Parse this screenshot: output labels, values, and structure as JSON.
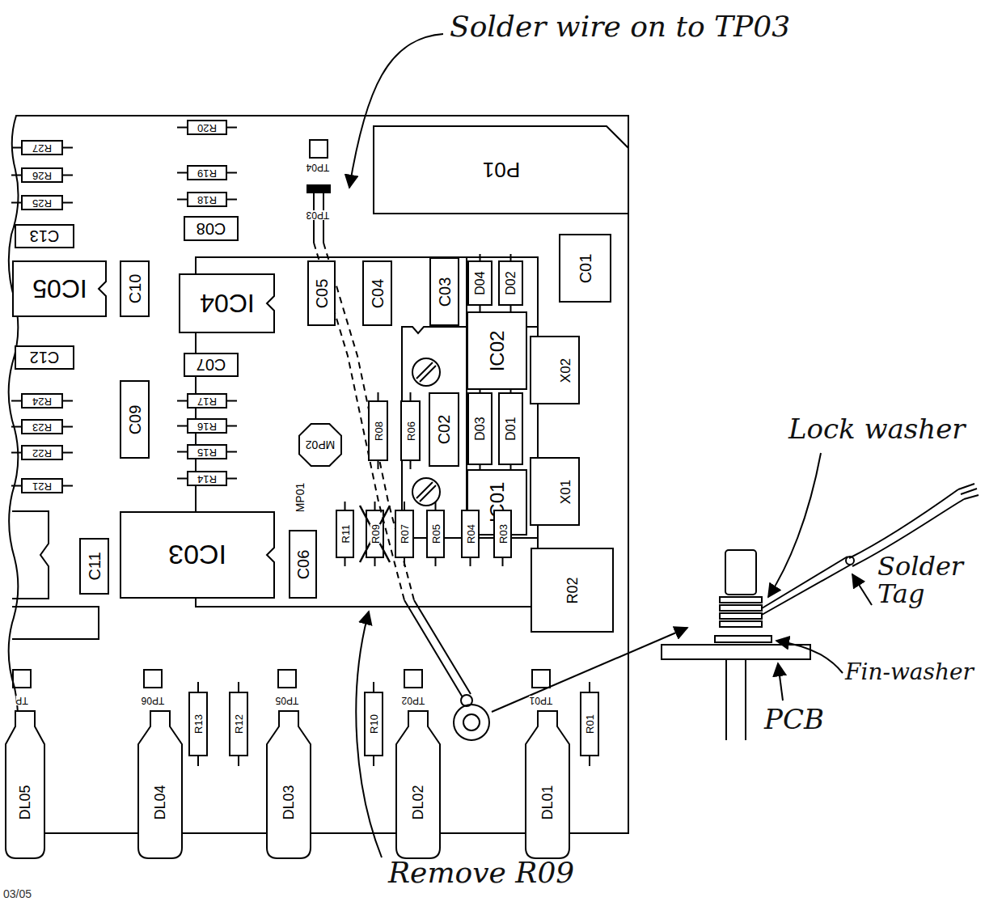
{
  "diagram": {
    "nodes": [
      {
        "text": [
          "R27"
        ]
      },
      {
        "text": [
          "R20"
        ]
      },
      {
        "text": [
          "P01"
        ]
      },
      {
        "text": [
          "R26"
        ]
      },
      {
        "text": [
          "R19"
        ]
      },
      {
        "text": [
          "R25"
        ]
      },
      {
        "text": [
          "R18"
        ]
      },
      {
        "text": [
          "C08"
        ]
      },
      {
        "text": [
          "C13"
        ]
      },
      {
        "text": [
          "C01"
        ]
      },
      {
        "text": [
          "IC05"
        ]
      },
      {
        "text": [
          "C10"
        ]
      },
      {
        "text": [
          "IC04"
        ]
      },
      {
        "text": [
          "C05"
        ]
      },
      {
        "text": [
          "C04"
        ]
      },
      {
        "text": [
          "C03"
        ]
      },
      {
        "text": [
          "D04"
        ]
      },
      {
        "text": [
          "D02"
        ]
      },
      {
        "text": [
          "IC02"
        ]
      },
      {
        "text": [
          "X02"
        ]
      },
      {
        "text": [
          "C12"
        ]
      },
      {
        "text": [
          "C07"
        ]
      },
      {
        "text": [
          "R24"
        ]
      },
      {
        "text": [
          "R17"
        ]
      },
      {
        "text": [
          "C09"
        ]
      },
      {
        "text": [
          "R08"
        ]
      },
      {
        "text": [
          "R06"
        ]
      },
      {
        "text": [
          "C02"
        ]
      },
      {
        "text": [
          "D03"
        ]
      },
      {
        "text": [
          "D01"
        ]
      },
      {
        "text": [
          "R23"
        ]
      },
      {
        "text": [
          "R16"
        ]
      },
      {
        "text": [
          "MP02"
        ]
      },
      {
        "text": [
          "R22"
        ]
      },
      {
        "text": [
          "R15"
        ]
      },
      {
        "text": [
          "R21"
        ]
      },
      {
        "text": [
          "R14"
        ]
      },
      {
        "text": [
          "IC01"
        ]
      },
      {
        "text": [
          "X01"
        ]
      },
      {
        "text": [
          "IC03"
        ]
      },
      {
        "text": [
          "C11"
        ]
      },
      {
        "text": [
          "C06"
        ]
      },
      {
        "text": [
          "R11"
        ]
      },
      {
        "text": [
          "R09"
        ]
      },
      {
        "text": [
          "R07"
        ]
      },
      {
        "text": [
          "R05"
        ]
      },
      {
        "text": [
          "R04"
        ]
      },
      {
        "text": [
          "R03"
        ]
      },
      {
        "text": [
          "R02"
        ]
      },
      {
        "text": [
          "R13"
        ]
      },
      {
        "text": [
          "R12"
        ]
      },
      {
        "text": [
          "R10"
        ]
      },
      {
        "text": [
          "R01"
        ]
      },
      {
        "text": [
          "DL05"
        ]
      },
      {
        "text": [
          "DL04"
        ]
      },
      {
        "text": [
          "DL03"
        ]
      },
      {
        "text": [
          "DL02"
        ]
      },
      {
        "text": [
          "DL01"
        ]
      }
    ],
    "labels": [
      "Solder wire on to TP03",
      "TP04",
      "TP03",
      "MP01",
      "TP",
      "TP06",
      "TP05",
      "TP02",
      "TP01",
      "Lock washer",
      "Solder Tag",
      "Fin-washer",
      "PCB",
      "Remove R09",
      "03/05"
    ]
  }
}
